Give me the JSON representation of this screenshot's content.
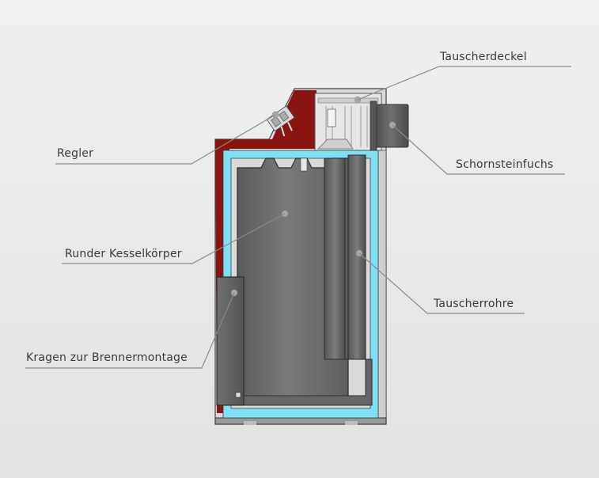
{
  "colors": {
    "background": "#ebebeb",
    "casing_red": "#8a1410",
    "insulation_blue": "#7fe0f5",
    "boiler_gray": "#6d6d6d",
    "leader_line": "#8a8a8a",
    "label_text": "#3a3a3a"
  },
  "labels": {
    "tauscherdeckel": "Tauscherdeckel",
    "schornsteinfuchs": "Schornsteinfuchs",
    "regler": "Regler",
    "kesselkoerper": "Runder Kesselkörper",
    "tauscherrohre": "Tauscherrohre",
    "brennerkragen": "Kragen zur Brennermontage"
  }
}
